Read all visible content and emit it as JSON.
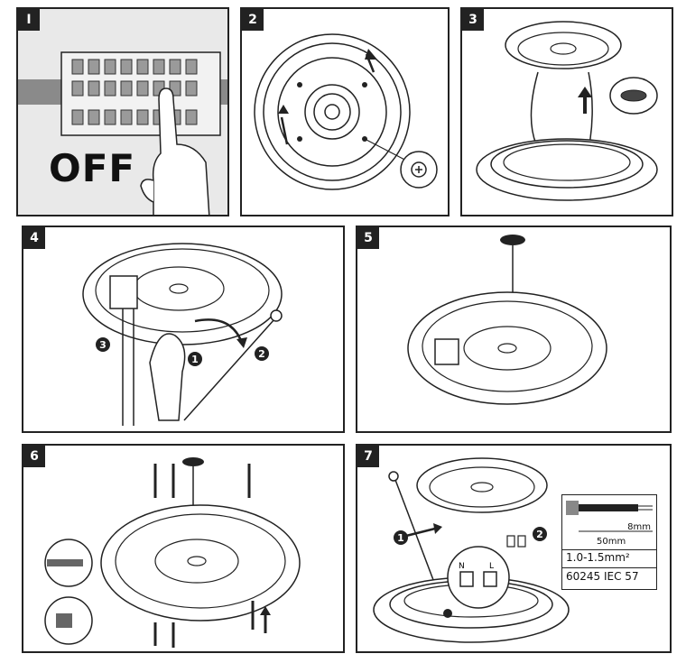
{
  "steps": [
    {
      "number": "I"
    },
    {
      "number": "2"
    },
    {
      "number": "3"
    },
    {
      "number": "4"
    },
    {
      "number": "5"
    },
    {
      "number": "6"
    },
    {
      "number": "7"
    }
  ],
  "step1": {
    "power_label": "OFF"
  },
  "step4": {
    "callouts": [
      "1",
      "2",
      "3"
    ]
  },
  "step7": {
    "callouts": [
      "1",
      "2"
    ],
    "terminal_labels": [
      "N",
      "L"
    ],
    "strip_length": "8mm",
    "wire_length": "50mm",
    "cross_section": "1.0-1.5mm²",
    "cable_standard": "60245 IEC 57"
  }
}
